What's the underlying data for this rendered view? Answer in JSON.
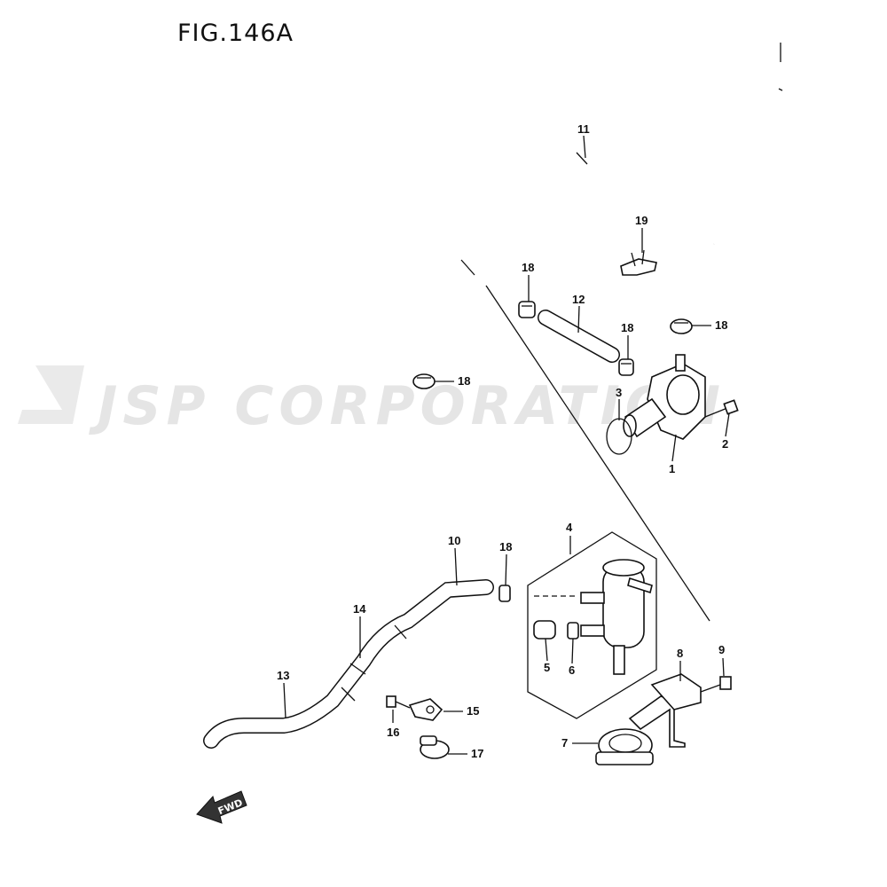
{
  "figure": {
    "title": "FIG.146A"
  },
  "watermark": {
    "text": "JSP CORPORATION"
  },
  "fwd_arrow": {
    "label": "FWD"
  },
  "callouts": [
    "1",
    "2",
    "3",
    "4",
    "5",
    "6",
    "7",
    "8",
    "9",
    "10",
    "11",
    "12",
    "13",
    "14",
    "15",
    "16",
    "17",
    "18",
    "19"
  ],
  "callout_18_label": "18"
}
